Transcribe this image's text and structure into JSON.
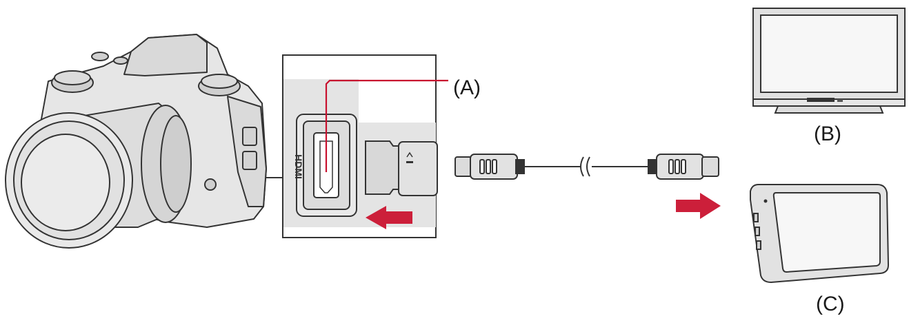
{
  "labels": {
    "hdmi_port": "(A)",
    "tv": "(B)",
    "monitor": "(C)"
  },
  "port_text": "HDMI",
  "colors": {
    "outline": "#333333",
    "fill": "#e3e3e3",
    "accent": "#c8102e",
    "arrow": "#cc1f3a",
    "screen": "#f7f7f7"
  }
}
